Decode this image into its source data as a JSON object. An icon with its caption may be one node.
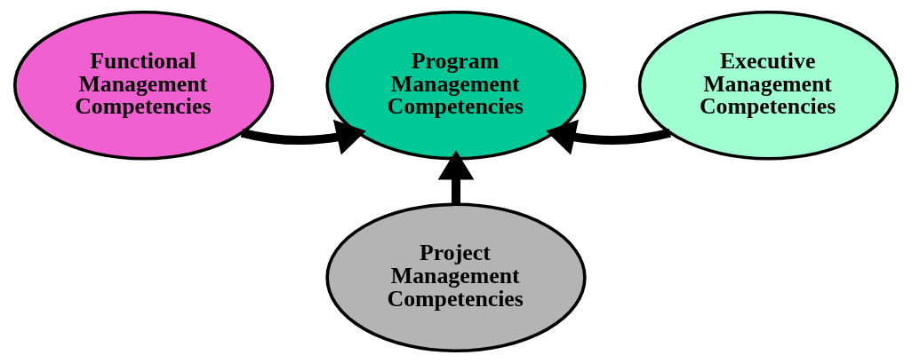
{
  "diagram": {
    "nodes": [
      {
        "text": [
          "Functional Management Competencies"
        ]
      },
      {
        "text": [
          "Program Management Competencies"
        ]
      },
      {
        "text": [
          "Executive Management Competencies"
        ]
      },
      {
        "text": [
          "Project Management Competencies"
        ]
      }
    ],
    "edges": [
      {
        "from": 0,
        "to": 1,
        "arrow": "to"
      },
      {
        "from": 2,
        "to": 1,
        "arrow": "to"
      },
      {
        "from": 3,
        "to": 1,
        "arrow": "to"
      }
    ]
  }
}
